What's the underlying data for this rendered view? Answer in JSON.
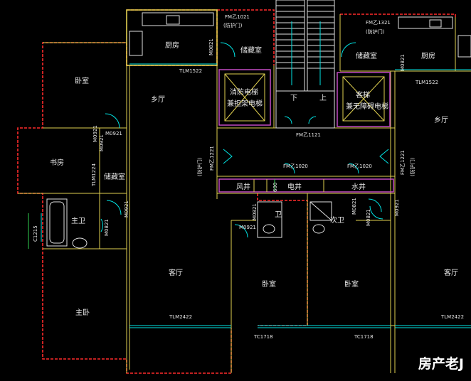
{
  "watermark": "房产老J",
  "rooms": {
    "kitchen_left": "厨房",
    "storage_top_left": "储藏室",
    "bedroom_left_top": "卧室",
    "hall_left": "乡厅",
    "fire_elevator_1": "消防电梯",
    "fire_elevator_2": "兼担架电梯",
    "stair_down": "下",
    "stair_up": "上",
    "guest_elevator_1": "客梯",
    "guest_elevator_2": "兼无障碍电梯",
    "storage_top_right": "储藏室",
    "kitchen_right": "厨房",
    "hall_right": "乡厅",
    "study": "书房",
    "storage_mid_left": "储藏室",
    "wind_shaft": "风井",
    "power_shaft": "电井",
    "water_shaft": "水井",
    "master_bath": "主卫",
    "bath_mid": "卫",
    "bath_secondary": "次卫",
    "living_left": "客厅",
    "bedroom_mid_left": "卧室",
    "bedroom_mid_right": "卧室",
    "living_right": "客厅",
    "master_bedroom": "主卧"
  },
  "tags": {
    "door_fm1": "FM乙1021",
    "fire_door_1": "(防护门)",
    "door_fm2": "FM乙1321",
    "fire_door_2": "(防护门)",
    "m0821_a": "M0821",
    "m0821_b": "M0821",
    "tlm1522_left": "TLM1522",
    "tlm1522_right": "TLM1522",
    "m0921_a": "M0921",
    "m0921_b": "M0921",
    "fm1121": "FM乙1121",
    "fm_left_vert": "FM乙1221",
    "fire_door_3": "(防护门)",
    "fm_right_vert": "FM乙1221",
    "fire_door_4": "(防护门)",
    "fm1020_a": "FM乙1020",
    "fm1020_b": "FM乙1020",
    "tlm1224": "TLM1224",
    "m0921_c": "M0921",
    "m0821_c": "M0821",
    "m0921_d": "M0921",
    "m0821_d": "M0821",
    "m0821_e": "M0821",
    "m0921_e": "M0921",
    "m0821_f": "M0821",
    "c1215": "C1215",
    "tlm2422_left": "TLM2422",
    "tlm2422_right": "TLM2422",
    "tc1718_a": "TC1718",
    "tc1718_b": "TC1718",
    "m0921_f": "M0921",
    "shaft_code": "600"
  }
}
